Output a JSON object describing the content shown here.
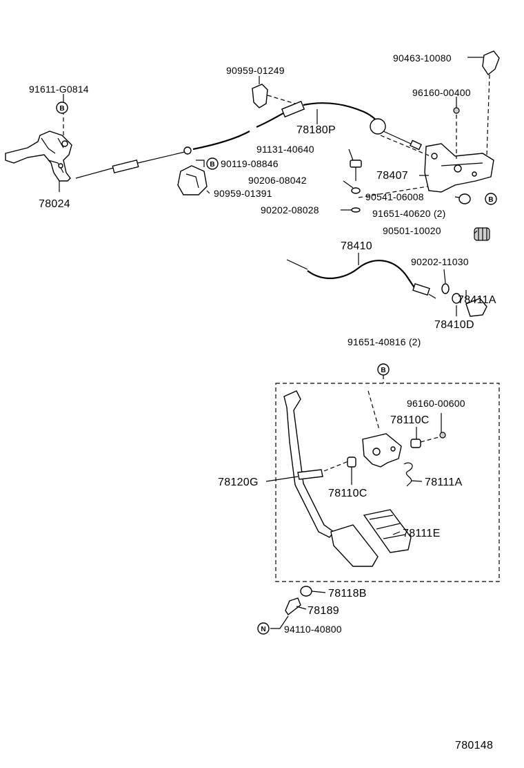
{
  "parts": [
    {
      "id": "p1",
      "text": "90463-10080"
    },
    {
      "id": "p2",
      "text": "90959-01249"
    },
    {
      "id": "p3",
      "text": "91611-G0814"
    },
    {
      "id": "p4",
      "text": "96160-00400"
    },
    {
      "id": "p5",
      "text": "78180P"
    },
    {
      "id": "p6",
      "text": "91131-40640"
    },
    {
      "id": "p7",
      "text": "90119-08846"
    },
    {
      "id": "p8",
      "text": "78407"
    },
    {
      "id": "p9",
      "text": "90206-08042"
    },
    {
      "id": "p10",
      "text": "90959-01391"
    },
    {
      "id": "p11",
      "text": "90541-06008"
    },
    {
      "id": "p12",
      "text": "78024"
    },
    {
      "id": "p13",
      "text": "91651-40620 (2)"
    },
    {
      "id": "p14",
      "text": "90202-08028"
    },
    {
      "id": "p15",
      "text": "90501-10020"
    },
    {
      "id": "p16",
      "text": "78410"
    },
    {
      "id": "p17",
      "text": "90202-11030"
    },
    {
      "id": "p18",
      "text": "78411A"
    },
    {
      "id": "p19",
      "text": "78410D"
    },
    {
      "id": "p20",
      "text": "91651-40816 (2)"
    },
    {
      "id": "p21",
      "text": "96160-00600"
    },
    {
      "id": "p22",
      "text": "78110C"
    },
    {
      "id": "p23",
      "text": "78120G"
    },
    {
      "id": "p24",
      "text": "78111A"
    },
    {
      "id": "p25",
      "text": "78110C"
    },
    {
      "id": "p26",
      "text": "78111E"
    },
    {
      "id": "p27",
      "text": "78118B"
    },
    {
      "id": "p28",
      "text": "78189"
    },
    {
      "id": "p29",
      "text": "94110-40800"
    }
  ],
  "badges": {
    "b": "B",
    "n": "N"
  },
  "diagram_code": "780148"
}
